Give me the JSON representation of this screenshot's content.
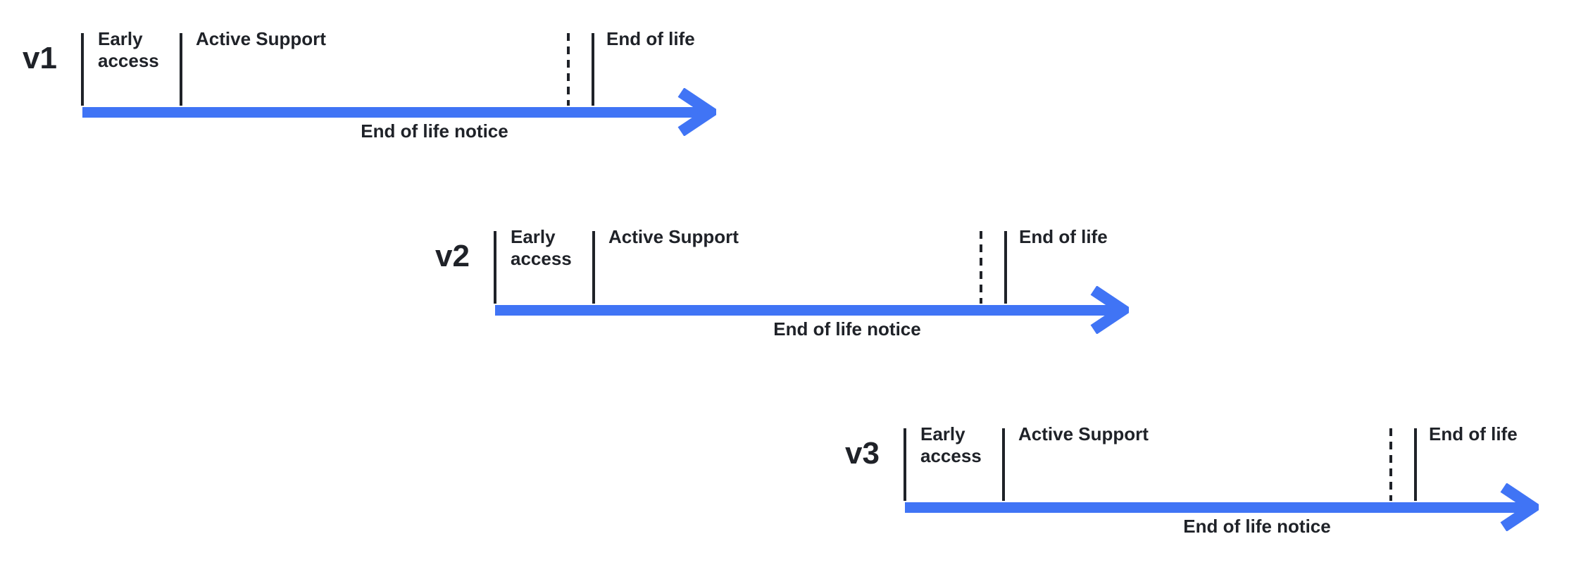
{
  "colors": {
    "background": "#ffffff",
    "accent": "#4074F5",
    "ink": "#1F2228"
  },
  "timelines": [
    {
      "version": "v1",
      "early_access": "Early\naccess",
      "active_support": "Active Support",
      "end_of_life": "End of life",
      "end_of_life_notice": "End of life notice"
    },
    {
      "version": "v2",
      "early_access": "Early\naccess",
      "active_support": "Active Support",
      "end_of_life": "End of life",
      "end_of_life_notice": "End of life notice"
    },
    {
      "version": "v3",
      "early_access": "Early\naccess",
      "active_support": "Active Support",
      "end_of_life": "End of life",
      "end_of_life_notice": "End of life notice"
    }
  ]
}
